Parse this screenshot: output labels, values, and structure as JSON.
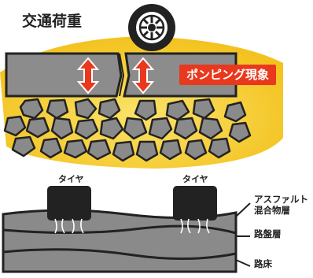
{
  "labels": {
    "traffic_load": "交通荷重",
    "pumping": "ポンピング現象",
    "tire_left": "タイヤ",
    "tire_right": "タイヤ",
    "asphalt_line1": "アスファルト",
    "asphalt_line2": "混合物層",
    "base_course": "路盤層",
    "subgrade": "路床"
  },
  "colors": {
    "pavement": "#8c8c8c",
    "yellow": "#f6c928",
    "badge": "#e8381e",
    "outline": "#222222",
    "stone": "#8a8a8a"
  },
  "icons": [
    "tire-icon",
    "up-down-arrow-icon"
  ]
}
